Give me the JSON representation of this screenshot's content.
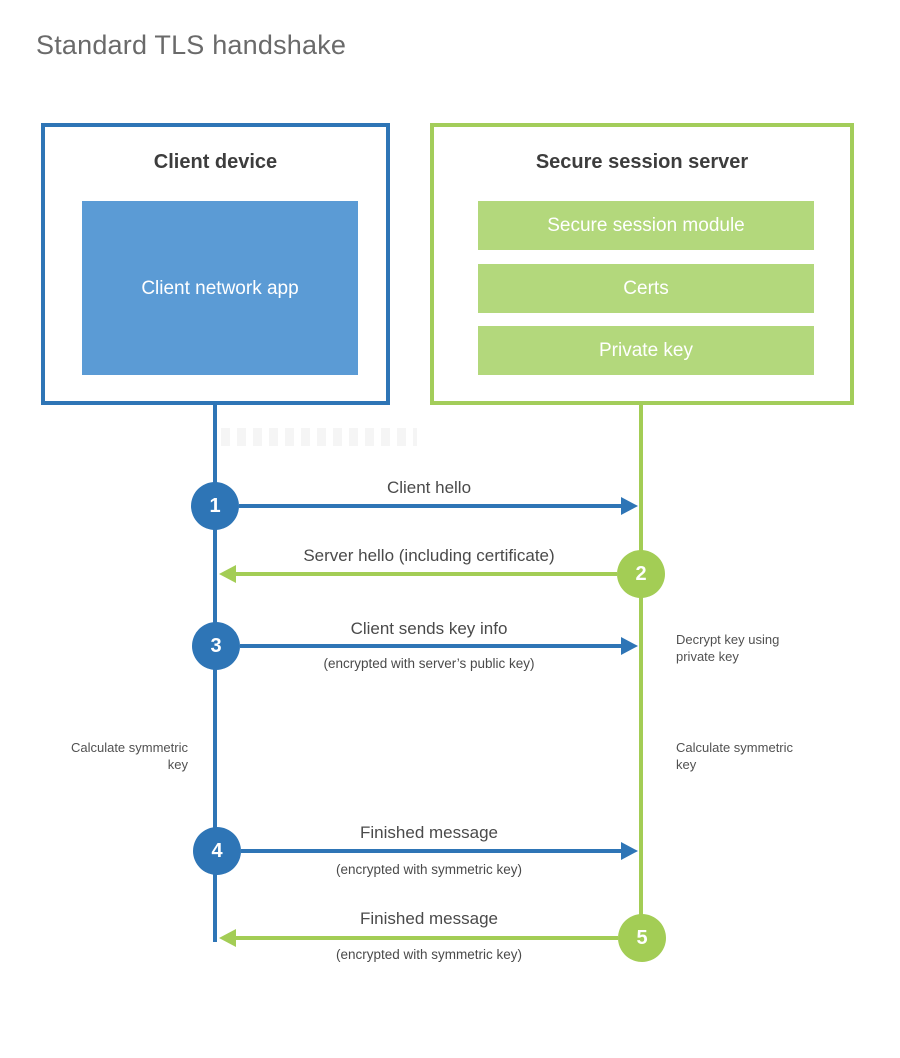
{
  "title": "Standard TLS handshake",
  "client": {
    "label": "Client device",
    "app_label": "Client network app"
  },
  "server": {
    "label": "Secure session server",
    "modules": [
      "Secure session module",
      "Certs",
      "Private key"
    ]
  },
  "steps": [
    {
      "num": "1",
      "actor": "client",
      "direction": "right",
      "label": "Client hello",
      "sublabel": ""
    },
    {
      "num": "2",
      "actor": "server",
      "direction": "left",
      "label": "Server hello (including certificate)",
      "sublabel": ""
    },
    {
      "num": "3",
      "actor": "client",
      "direction": "right",
      "label": "Client sends key info",
      "sublabel": "(encrypted with server’s public key)"
    },
    {
      "num": "4",
      "actor": "client",
      "direction": "right",
      "label": "Finished message",
      "sublabel": "(encrypted with symmetric key)"
    },
    {
      "num": "5",
      "actor": "server",
      "direction": "left",
      "label": "Finished message",
      "sublabel": "(encrypted with symmetric key)"
    }
  ],
  "notes": {
    "decrypt": "Decrypt key using private key",
    "calc_left": "Calculate symmetric key",
    "calc_right": "Calculate symmetric key"
  },
  "colors": {
    "blue": "#2e75b6",
    "blue_fill": "#5b9bd5",
    "green": "#a3cd55",
    "green_border": "#a3cd5a",
    "green_fill": "#b3d87c"
  }
}
